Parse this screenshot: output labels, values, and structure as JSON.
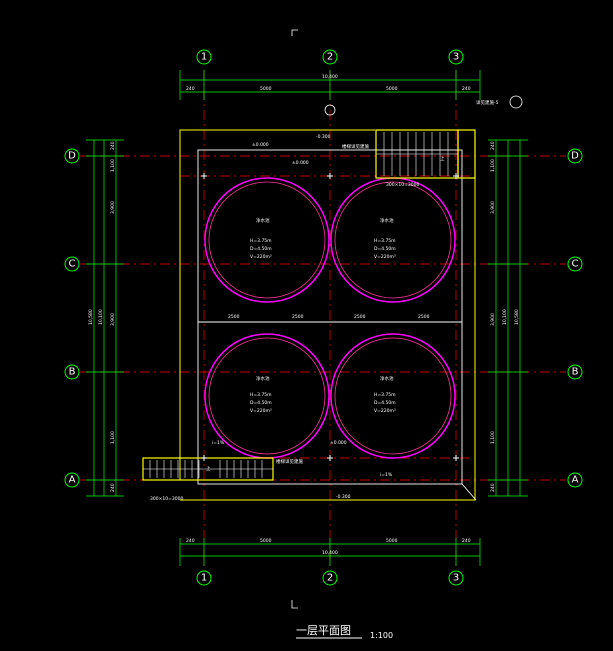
{
  "title": "一层平面图",
  "scale": "1:100",
  "colors": {
    "background": "#000000",
    "dimension": "#00ff00",
    "axis_line": "#ff0000",
    "tank": "#ff00ff",
    "outline": "#ffff00",
    "text": "#ffffff"
  },
  "axes_top": [
    "1",
    "2",
    "3"
  ],
  "axes_bottom": [
    "1",
    "2",
    "3"
  ],
  "axes_left": [
    "D",
    "C",
    "B",
    "A"
  ],
  "axes_right": [
    "D",
    "C",
    "B",
    "A"
  ],
  "dims_top": {
    "total": "10,400",
    "segments": [
      "240",
      "5000",
      "5000",
      "240"
    ]
  },
  "dims_bottom": {
    "total": "10,400",
    "segments": [
      "240",
      "5000",
      "5000",
      "240"
    ]
  },
  "dims_left": {
    "total": "10,580",
    "outer": "10,100",
    "segments": [
      "240",
      "1,100",
      "3,900",
      "3,900",
      "1,100",
      "240"
    ]
  },
  "dims_right": {
    "total": "10,580",
    "outer": "10,100",
    "segments": [
      "240",
      "1,100",
      "3,900",
      "3,900",
      "1,100",
      "240"
    ]
  },
  "inner_dims": [
    "2500",
    "2500",
    "2500",
    "2500"
  ],
  "tanks": [
    {
      "name": "净水池",
      "h": "H=3.75m",
      "d": "D=4.50m",
      "v": "V=220m³"
    },
    {
      "name": "净水池",
      "h": "H=3.75m",
      "d": "D=4.50m",
      "v": "V=220m³"
    },
    {
      "name": "净水池",
      "h": "H=3.75m",
      "d": "D=4.50m",
      "v": "V=220m³"
    },
    {
      "name": "净水池",
      "h": "H=3.75m",
      "d": "D=4.50m",
      "v": "V=220m³"
    }
  ],
  "elevations": {
    "top": "-0.300",
    "top2": "±0.000",
    "mid_top": "±0.000",
    "bottom": "-0.300",
    "bottom2": "±0.000"
  },
  "stair_top": {
    "label": "楼梯详见建施",
    "dim": "300×10=3000",
    "up": "上"
  },
  "stair_bottom": {
    "label": "楼梯详见建施",
    "dim": "300×10=3000",
    "up": "上"
  },
  "notes": {
    "slope_top": "i=1%",
    "slope_bottom": "i=1%",
    "detail_ref": "详见建施-5"
  }
}
